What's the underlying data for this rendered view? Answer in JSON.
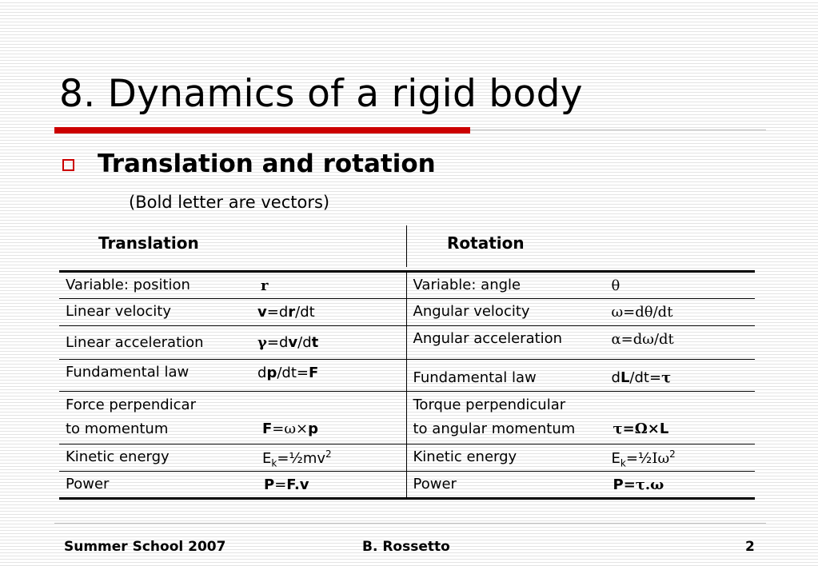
{
  "title": "8. Dynamics of a rigid body",
  "bullet": "Translation and rotation",
  "note": "(Bold letter are vectors)",
  "headers": {
    "left": "Translation",
    "right": "Rotation"
  },
  "rows": [
    {
      "left_label": "Variable: position",
      "right_label": "Variable: angle"
    },
    {
      "left_label": "Linear velocity",
      "right_label": "Angular velocity"
    },
    {
      "left_label": "Linear acceleration",
      "right_label": "Angular acceleration"
    },
    {
      "left_label": "Fundamental law",
      "right_label": "Fundamental law"
    },
    {
      "left_label_1": "Force perpendicar",
      "left_label_2": "to momentum",
      "right_label_1": "Torque perpendicular",
      "right_label_2": "to angular momentum"
    },
    {
      "left_label": "Kinetic energy",
      "right_label": "Kinetic energy"
    },
    {
      "left_label": "Power",
      "right_label": "Power"
    }
  ],
  "formulas": {
    "position": "r",
    "angle": "θ",
    "lin_vel_v": "v",
    "lin_vel_eq": "=d",
    "lin_vel_r": "r",
    "lin_vel_dt": "/dt",
    "ang_vel": "ω=dθ/dt",
    "lin_acc_g": "γ",
    "lin_acc_eq": "=d",
    "lin_acc_v": "v",
    "lin_acc_d": "/d",
    "lin_acc_t": "t",
    "ang_acc": "α=dω/dt",
    "fund_d": "d",
    "fund_p": "p",
    "fund_dt": "/dt=",
    "fund_F": "F",
    "fund_rot_d": "d",
    "fund_rot_L": "L",
    "fund_rot_dt": "/dt=",
    "fund_rot_tau": "τ",
    "force_F": "F",
    "force_eq": "=ω×",
    "force_p": "p",
    "torque_tau": "τ=Ω×",
    "torque_L": "L",
    "ke_E": "E",
    "ke_k": "k",
    "ke_rest": "=½mv",
    "ke_sq": "2",
    "ker_E": "E",
    "ker_k": "k",
    "ker_half": "=½",
    "ker_rest": "Iω",
    "ker_sq": "2",
    "pow_P": "P",
    "pow_eq": "=",
    "pow_Fv": "F.v",
    "powr_P": "P",
    "powr_rest": "=τ.ω"
  },
  "footer": {
    "left": "Summer School 2007",
    "center": "B. Rossetto",
    "page": "2"
  },
  "colors": {
    "accent": "#cc0000",
    "background_stripe": "#e4e4e4"
  }
}
